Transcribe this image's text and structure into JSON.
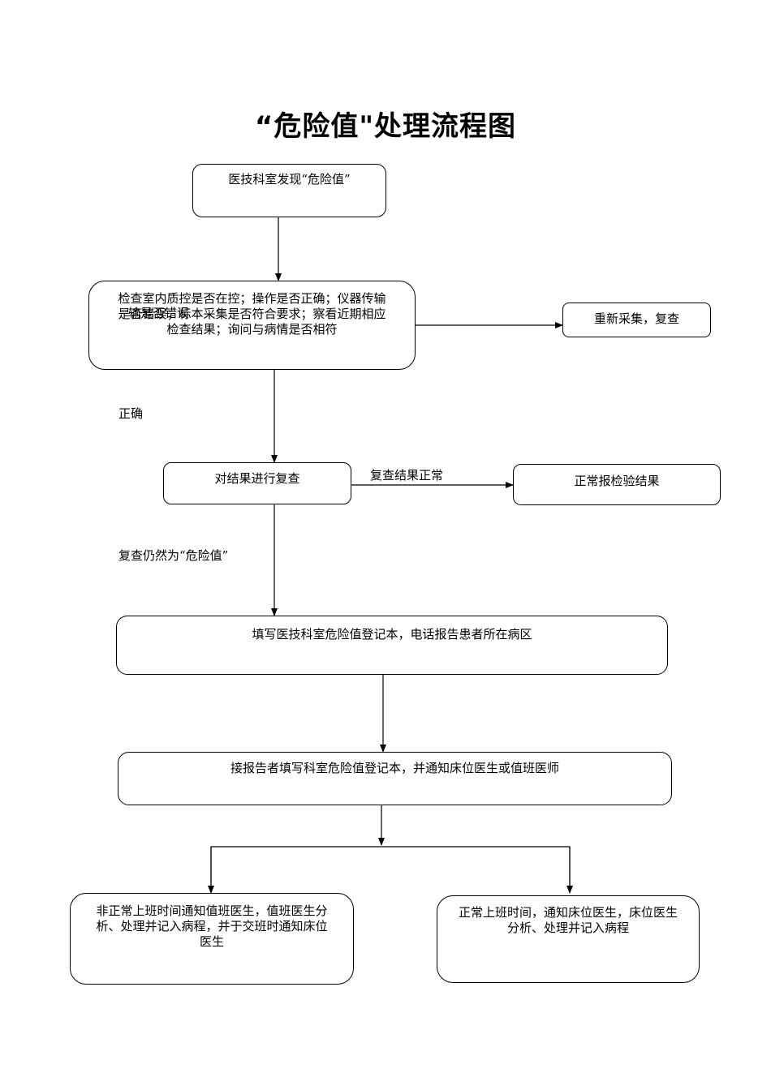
{
  "title": "“危险值\"处理流程图",
  "nodes": {
    "start": "医技科室发现“危险值”",
    "check": "检查室内质控是否在控；操作是否正确；仪器传输是否错误；标本采集是否符合要求；察看近期相应检查结果；询问与病情是否相符",
    "check_overlap": "输是否错误",
    "recollect": "重新采集，复查",
    "recheck": "对结果进行复查",
    "normal_report": "正常报检验结果",
    "register": "填写医技科室危险值登记本，电话报告患者所在病区",
    "receiver": "接报告者填写科室危险值登记本，并通知床位医生或值班医师",
    "offhours": "非正常上班时间通知值班医生，值班医生分析、处理并记入病程，并于交班时通知床位医生",
    "workhours": "正常上班时间，通知床位医生，床位医生分析、处理并记入病程"
  },
  "edge_labels": {
    "correct": "正确",
    "recheck_normal": "复查结果正常",
    "still_critical": "复查仍然为“危险值”"
  }
}
